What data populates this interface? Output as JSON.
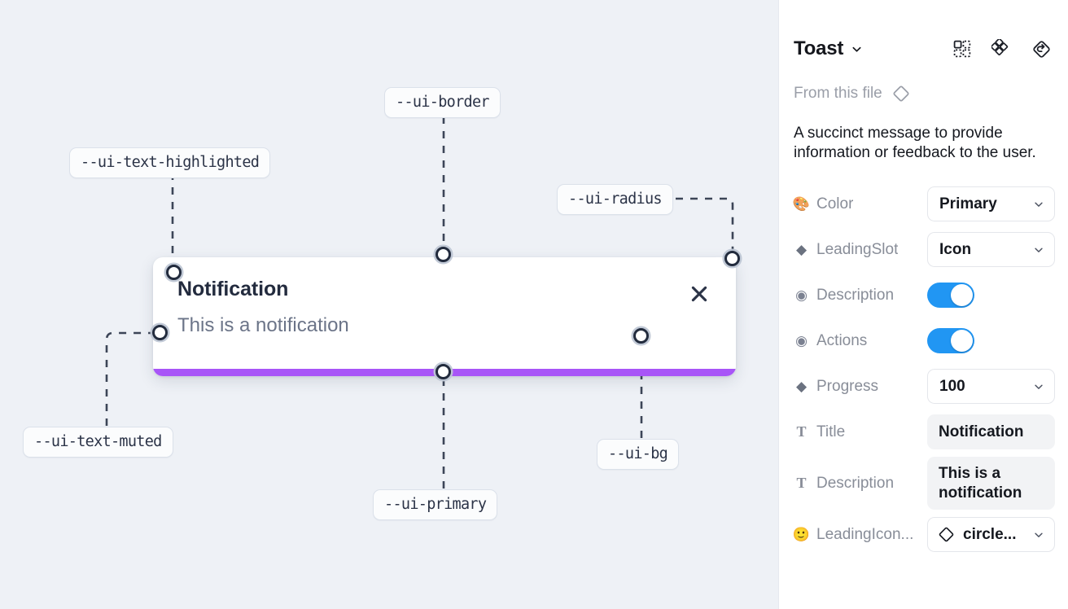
{
  "canvas": {
    "background_color": "#eef1f6",
    "toast": {
      "title": "Notification",
      "description": "This is a notification",
      "close_icon": "close-icon",
      "progress_color": "#a855f7",
      "background_color": "#ffffff"
    },
    "annotations": [
      {
        "id": "border",
        "label": "--ui-border"
      },
      {
        "id": "text-highlighted",
        "label": "--ui-text-highlighted"
      },
      {
        "id": "radius",
        "label": "--ui-radius"
      },
      {
        "id": "text-muted",
        "label": "--ui-text-muted"
      },
      {
        "id": "bg",
        "label": "--ui-bg"
      },
      {
        "id": "primary",
        "label": "--ui-primary"
      }
    ]
  },
  "panel": {
    "title": "Toast",
    "title_chevron_icon": "chevron-down-icon",
    "header_icons": [
      {
        "name": "component-set-icon"
      },
      {
        "name": "variants-cluster-icon"
      },
      {
        "name": "reset-instance-icon"
      }
    ],
    "from_file_label": "From this file",
    "from_file_icon": "diamond-icon",
    "description": "A succinct message to provide information or feedback to the user.",
    "properties": [
      {
        "icon": "🎨",
        "icon_name": "palette-icon",
        "label": "Color",
        "control": "select",
        "value": "Primary"
      },
      {
        "icon": "◆",
        "icon_name": "diamond-icon",
        "label": "LeadingSlot",
        "control": "select",
        "value": "Icon"
      },
      {
        "icon": "◉",
        "icon_name": "eye-icon",
        "label": "Description",
        "control": "toggle",
        "value": "on"
      },
      {
        "icon": "◉",
        "icon_name": "eye-icon",
        "label": "Actions",
        "control": "toggle",
        "value": "on"
      },
      {
        "icon": "◆",
        "icon_name": "diamond-icon",
        "label": "Progress",
        "control": "select",
        "value": "100"
      },
      {
        "icon": "T",
        "icon_name": "text-icon",
        "label": "Title",
        "control": "text",
        "value": "Notification"
      },
      {
        "icon": "T",
        "icon_name": "text-icon",
        "label": "Description",
        "control": "text",
        "value": "This is a notification"
      },
      {
        "icon": "🙂",
        "icon_name": "emoji-icon",
        "label": "LeadingIcon...",
        "control": "icon-select",
        "value": "circle..."
      }
    ],
    "accent_toggle_color": "#2196f3"
  }
}
